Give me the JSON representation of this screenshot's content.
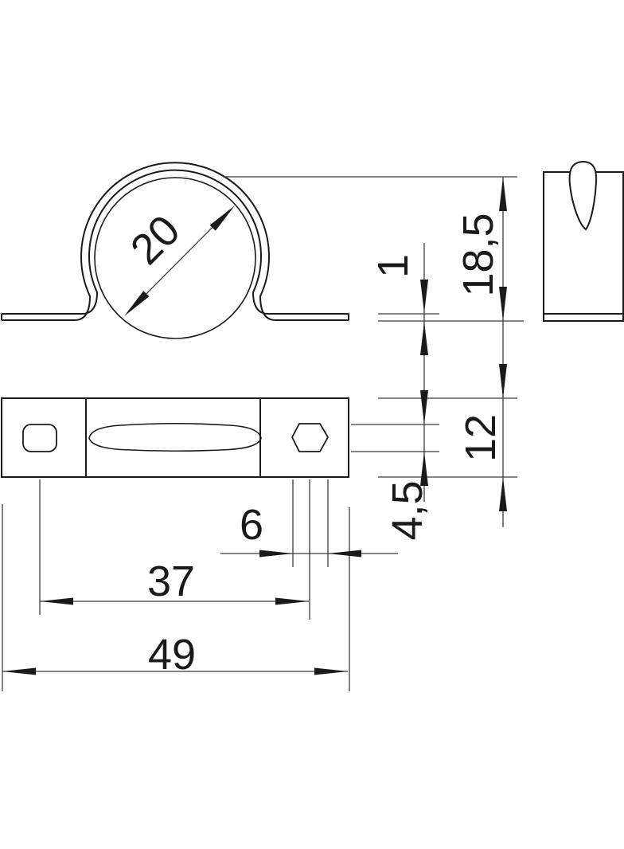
{
  "drawing": {
    "kind": "technical-drawing",
    "part": "pipe saddle clamp, three orthographic views",
    "background": "#ffffff",
    "outline_color": "#1a1a1a",
    "dimension_line_color": "#3c3c3c",
    "views": {
      "front": "front view with clamped pipe circle",
      "side": "side view with embossed slot profile",
      "top": "top view of base plate with two holes and center slot"
    },
    "dimensions": {
      "pipe_diameter": "20",
      "material_thickness": "1",
      "overall_height": "18,5",
      "base_depth": "12",
      "hole_height": "4,5",
      "hex_hole_width": "6",
      "hole_spacing": "37",
      "overall_length": "49"
    }
  }
}
